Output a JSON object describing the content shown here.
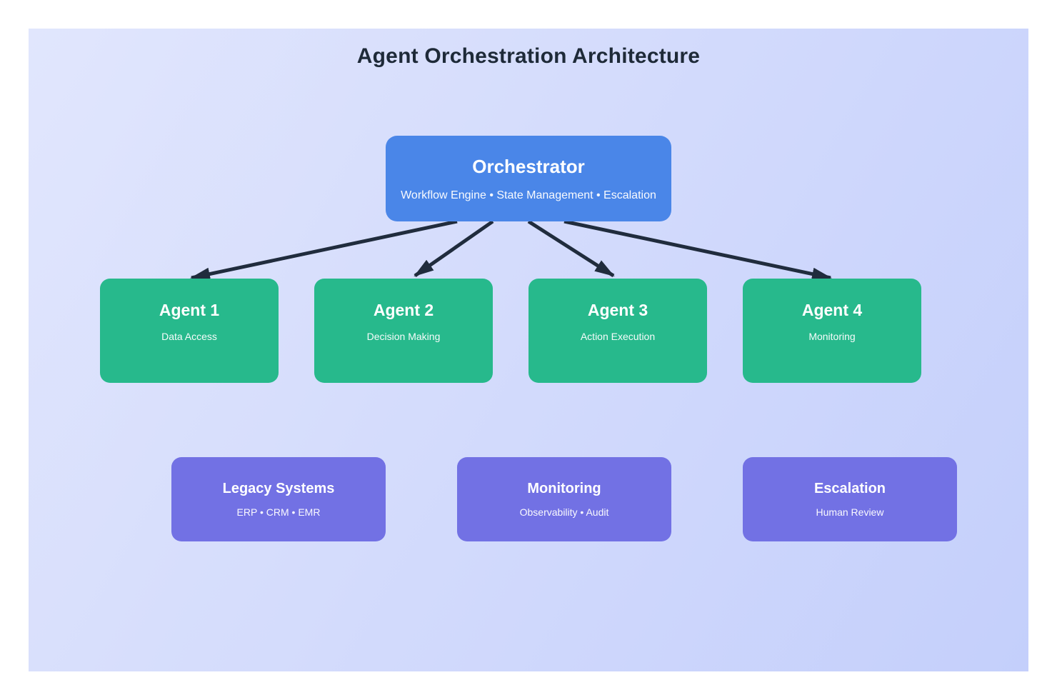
{
  "title": "Agent Orchestration Architecture",
  "colors": {
    "background_start": "#e1e6fd",
    "background_end": "#c4cffb",
    "orchestrator": "#4a86e8",
    "agent": "#27b98c",
    "system": "#7271e4",
    "arrow": "#202c3d",
    "heading_text": "#1e2a38",
    "node_text": "#ffffff"
  },
  "orchestrator": {
    "title": "Orchestrator",
    "subtitle": "Workflow Engine • State Management • Escalation"
  },
  "agents": [
    {
      "title": "Agent 1",
      "subtitle": "Data Access"
    },
    {
      "title": "Agent 2",
      "subtitle": "Decision Making"
    },
    {
      "title": "Agent 3",
      "subtitle": "Action Execution"
    },
    {
      "title": "Agent 4",
      "subtitle": "Monitoring"
    }
  ],
  "systems": [
    {
      "title": "Legacy Systems",
      "subtitle": "ERP • CRM • EMR"
    },
    {
      "title": "Monitoring",
      "subtitle": "Observability • Audit"
    },
    {
      "title": "Escalation",
      "subtitle": "Human Review"
    }
  ],
  "connections": [
    {
      "from": "Orchestrator",
      "to": "Agent 1"
    },
    {
      "from": "Orchestrator",
      "to": "Agent 2"
    },
    {
      "from": "Orchestrator",
      "to": "Agent 3"
    },
    {
      "from": "Orchestrator",
      "to": "Agent 4"
    }
  ]
}
